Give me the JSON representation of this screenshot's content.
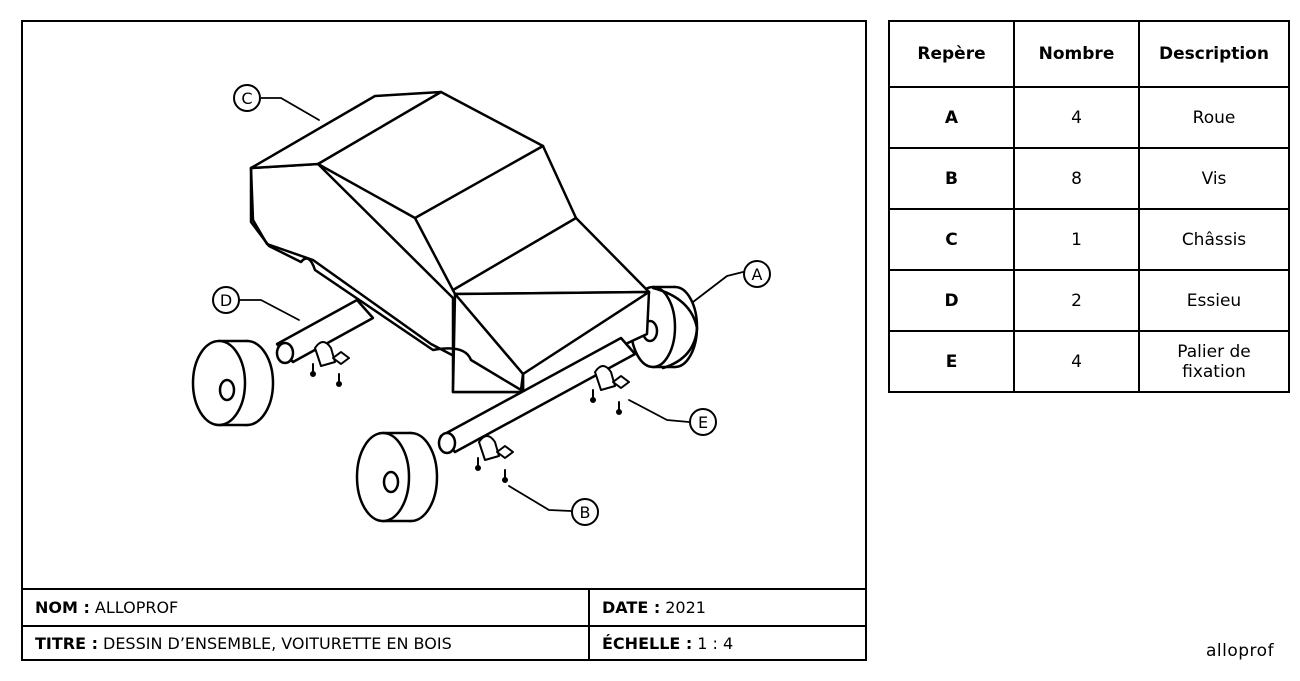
{
  "drawing": {
    "callouts": [
      {
        "letter": "C"
      },
      {
        "letter": "A"
      },
      {
        "letter": "D"
      },
      {
        "letter": "E"
      },
      {
        "letter": "B"
      }
    ]
  },
  "title_block": {
    "nom_label": "NOM :",
    "nom_value": "ALLOPROF",
    "date_label": "DATE :",
    "date_value": "2021",
    "titre_label": "TITRE :",
    "titre_value": "DESSIN D’ENSEMBLE, VOITURETTE EN BOIS",
    "echelle_label": "ÉCHELLE :",
    "echelle_value": "1 : 4"
  },
  "parts_table": {
    "headers": [
      "Repère",
      "Nombre",
      "Description"
    ],
    "rows": [
      {
        "repere": "A",
        "nombre": "4",
        "description": "Roue"
      },
      {
        "repere": "B",
        "nombre": "8",
        "description": "Vis"
      },
      {
        "repere": "C",
        "nombre": "1",
        "description": "Châssis"
      },
      {
        "repere": "D",
        "nombre": "2",
        "description": "Essieu"
      },
      {
        "repere": "E",
        "nombre": "4",
        "description": "Palier de fixation"
      }
    ]
  },
  "brand": "alloprof"
}
